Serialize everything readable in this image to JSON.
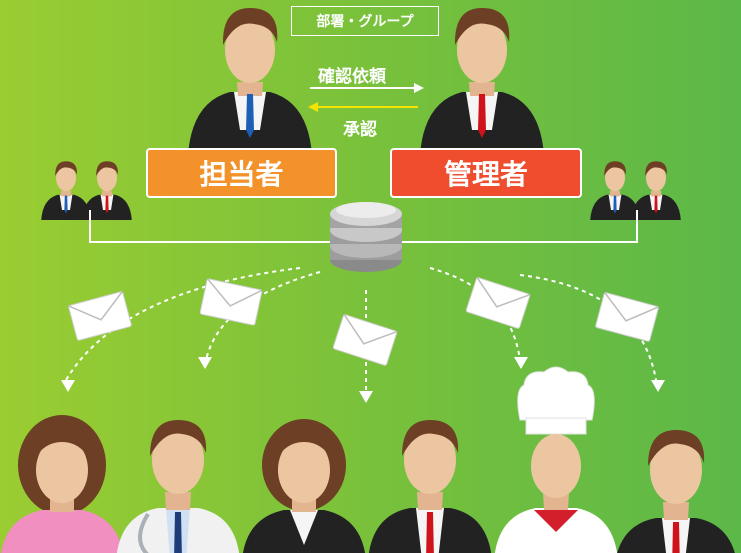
{
  "group": {
    "label": "部署・グループ"
  },
  "flow": {
    "confirm_label": "確認依頼",
    "approve_label": "承認"
  },
  "roles": {
    "staff": "担当者",
    "manager": "管理者"
  },
  "colors": {
    "background_left": "#9acd32",
    "background_right": "#5cb848",
    "staff_box": "#f3922a",
    "manager_box": "#ef4d2e",
    "approve_arrow": "#f4e400"
  }
}
